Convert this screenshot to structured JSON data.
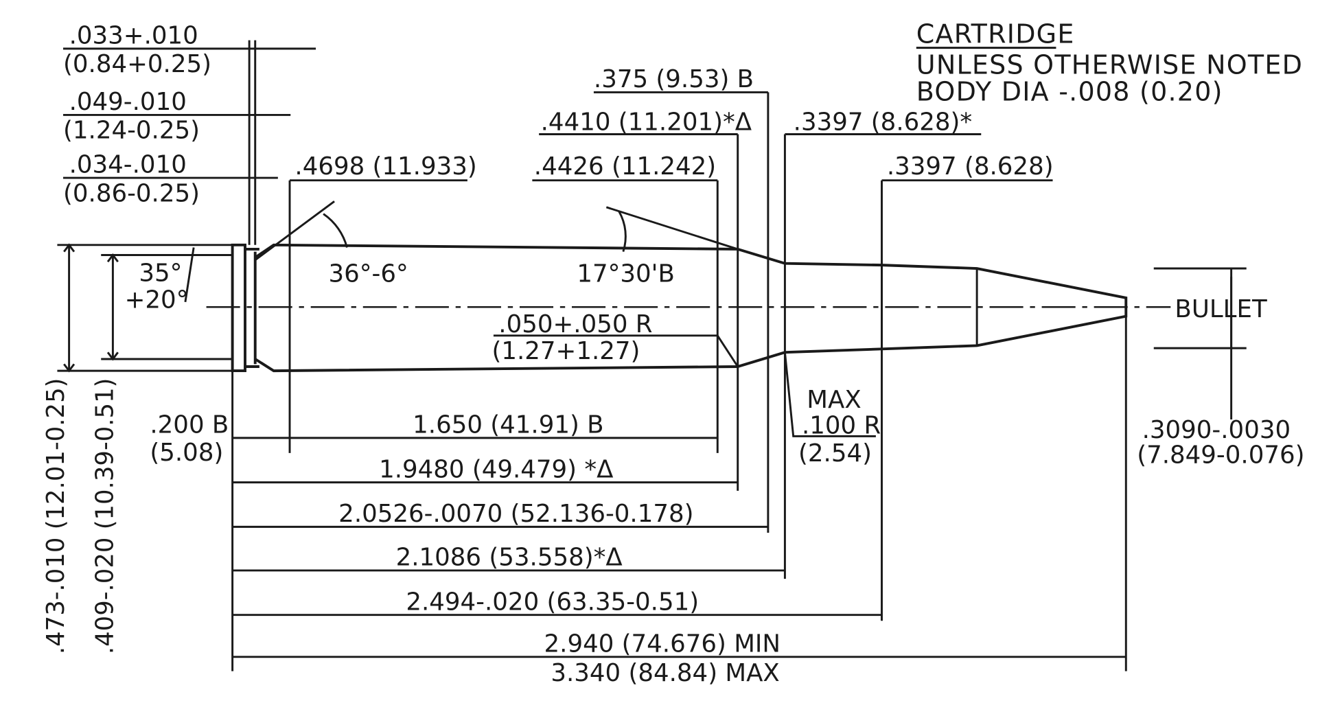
{
  "title": "CARTRIDGE",
  "notes": [
    "UNLESS OTHERWISE NOTED",
    "BODY DIA -.008 (0.20)"
  ],
  "bullet_label": "BULLET",
  "dimensions": {
    "rim_thickness": [
      ".033+.010",
      "(0.84+0.25)"
    ],
    "extractor_groove": [
      ".049-.010",
      "(1.24-0.25)"
    ],
    "groove_width": [
      ".034-.010",
      "(0.86-0.25)"
    ],
    "base_body_dia": ".4698 (11.933)",
    "neck_375": ".375 (9.53)  B",
    "shoulder_dia_star": ".4410 (11.201)*Δ",
    "shoulder_dia": ".4426 (11.242)",
    "neck_dia_star": ".3397 (8.628)*",
    "neck_dia": ".3397 (8.628)",
    "extractor_angle": [
      "35°",
      "+20°"
    ],
    "groove_angle": "36°-6°",
    "shoulder_angle": "17°30'B",
    "shoulder_radius": [
      ".050+.050 R",
      "(1.27+1.27)"
    ],
    "neck_radius": [
      "MAX",
      ".100 R",
      "(2.54)"
    ],
    "bullet_dia": [
      ".3090-.0030",
      "(7.849-0.076)"
    ],
    "rim_dia": ".473-.010 (12.01-0.25)",
    "groove_dia": ".409-.020 (10.39-0.51)",
    "base_length": [
      ".200 B",
      "(5.08)"
    ],
    "body_length": "1.650 (41.91)  B",
    "shoulder_length": "1.9480 (49.479)  *Δ",
    "headspace": "2.0526-.0070 (52.136-0.178)",
    "neck_start": "2.1086 (53.558)*Δ",
    "case_length": "2.494-.020 (63.35-0.51)",
    "oal_min": "2.940 (74.676) MIN",
    "oal_max": "3.340 (84.84) MAX"
  }
}
